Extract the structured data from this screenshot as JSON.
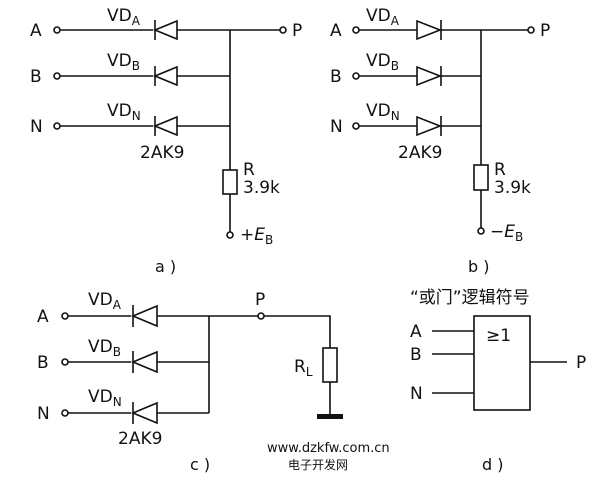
{
  "panel_a": {
    "inputs": [
      "A",
      "B",
      "N"
    ],
    "diode_labels": [
      "VD",
      "VD",
      "VD"
    ],
    "diode_subs": [
      "A",
      "B",
      "N"
    ],
    "output": "P",
    "part": "2AK9",
    "resistor_name": "R",
    "resistor_value": "3.9k",
    "supply_sign": "+",
    "supply_e": "E",
    "supply_sub": "B",
    "caption": "a )"
  },
  "panel_b": {
    "inputs": [
      "A",
      "B",
      "N"
    ],
    "diode_labels": [
      "VD",
      "VD",
      "VD"
    ],
    "diode_subs": [
      "A",
      "B",
      "N"
    ],
    "output": "P",
    "part": "2AK9",
    "resistor_name": "R",
    "resistor_value": "3.9k",
    "supply_sign": "−",
    "supply_e": "E",
    "supply_sub": "B",
    "caption": "b )"
  },
  "panel_c": {
    "inputs": [
      "A",
      "B",
      "N"
    ],
    "diode_labels": [
      "VD",
      "VD",
      "VD"
    ],
    "diode_subs": [
      "A",
      "B",
      "N"
    ],
    "output": "P",
    "part": "2AK9",
    "load_name": "R",
    "load_sub": "L",
    "caption": "c )"
  },
  "panel_d": {
    "title": "“或门”逻辑符号",
    "gate_symbol": "≥1",
    "inputs": [
      "A",
      "B",
      "N"
    ],
    "output": "P",
    "caption": "d )"
  },
  "watermark": {
    "url": "www.dzkfw.com.cn",
    "name": "电子开发网"
  }
}
